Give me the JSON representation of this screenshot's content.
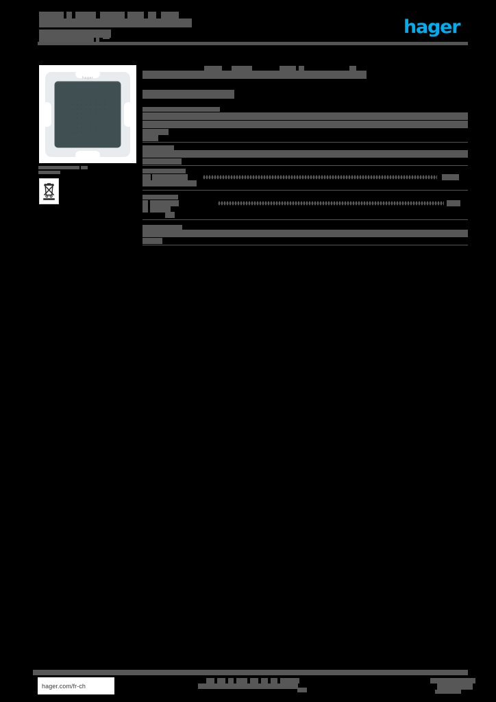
{
  "document": {
    "kind": "product-datasheet",
    "page_background": "#000000",
    "redaction_color": "#575757",
    "title_redacted": true,
    "note": "All body copy on this page is redacted; only the brand wordmark and the footer URL remain legible."
  },
  "brand": {
    "wordmark": "hager",
    "color": "#00aeef"
  },
  "header": {
    "title_line_1": "",
    "title_line_2": "",
    "rule_color": "#555555"
  },
  "product_figure": {
    "caption": "",
    "plate_color": "#3f4f52",
    "frame_color": "#e9ecee",
    "brandmark": "hager",
    "icon_name": "speaker-grille"
  },
  "weee": {
    "caption_line_1": "",
    "caption_line_2": "",
    "icon_name": "crossed-out-wheelie-bin-icon",
    "icon_alt": "WEEE separate collection symbol"
  },
  "spec_table": {
    "title": "",
    "subtitle": "",
    "rows": [
      {
        "label": "",
        "value": "",
        "has_leader": false,
        "wrapped": true
      },
      {
        "label": "",
        "value": "",
        "has_leader": false,
        "wrapped": false
      },
      {
        "label": "",
        "value": "",
        "has_leader": true,
        "wrapped": false
      },
      {
        "label": "",
        "value": "",
        "has_leader": true,
        "wrapped": false
      },
      {
        "label": "",
        "value": "",
        "has_leader": false,
        "wrapped": true
      }
    ],
    "rule_color": "#555555"
  },
  "footer": {
    "url": "hager.com/fr-ch",
    "center_text": "",
    "right_text": "",
    "rule_color": "#575757"
  }
}
